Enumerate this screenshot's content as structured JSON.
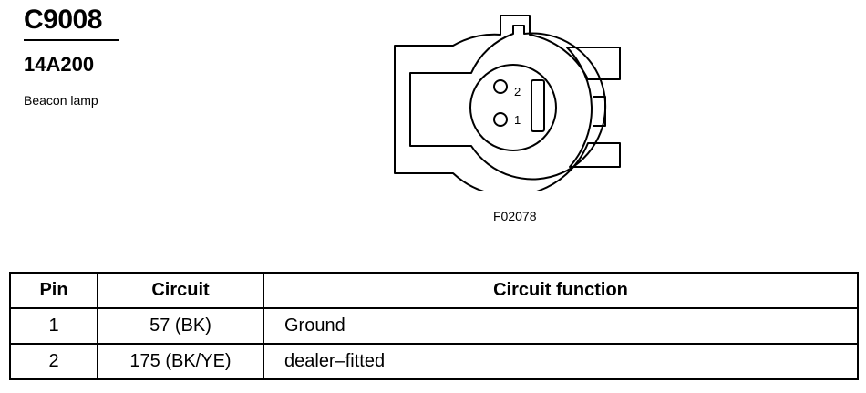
{
  "connector": {
    "id": "C9008",
    "part_number": "14A200",
    "description": "Beacon lamp"
  },
  "diagram": {
    "figure_code": "F02078",
    "pins": [
      {
        "number": "2"
      },
      {
        "number": "1"
      }
    ]
  },
  "table": {
    "headers": {
      "pin": "Pin",
      "circuit": "Circuit",
      "function": "Circuit function"
    },
    "rows": [
      {
        "pin": "1",
        "circuit": "57 (BK)",
        "function": "Ground"
      },
      {
        "pin": "2",
        "circuit": "175 (BK/YE)",
        "function": "dealer–fitted"
      }
    ]
  }
}
